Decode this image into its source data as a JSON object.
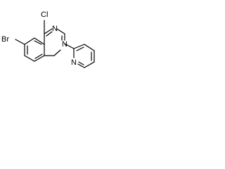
{
  "molecule": {
    "atoms": {
      "bromine": "Br",
      "chlorine": "Cl",
      "nitrogen_3": "N",
      "nitrogen_1": "N",
      "pyridine_nitrogen": "N"
    }
  },
  "colors": {
    "bond": "#000000",
    "label": "#000000",
    "background": "#ffffff"
  }
}
